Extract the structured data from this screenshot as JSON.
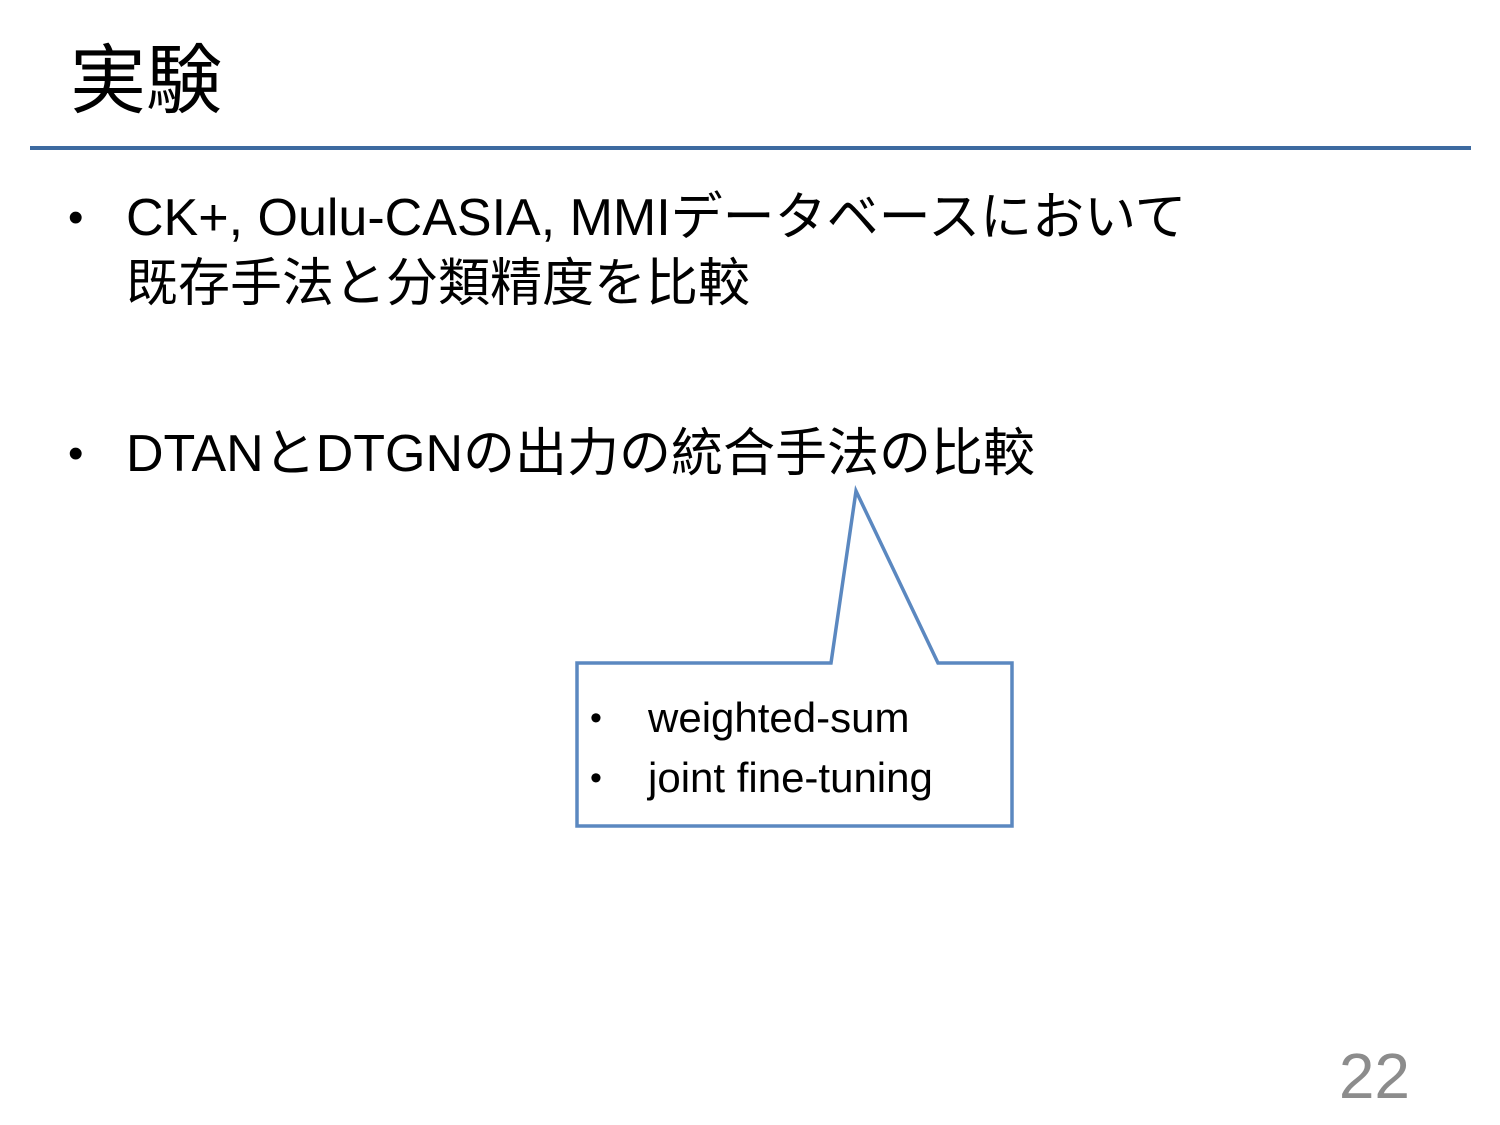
{
  "slide": {
    "title": "実験",
    "bullet_glyph": "•",
    "bullets": [
      {
        "line1": "CK+, Oulu-CASIA, MMIデータベースにおいて",
        "line2": "既存手法と分類精度を比較"
      },
      {
        "line1": "DTANとDTGNの出力の統合手法の比較"
      }
    ],
    "callout": {
      "items": [
        "weighted-sum",
        "joint fine-tuning"
      ]
    },
    "page_number": "22"
  },
  "colors": {
    "accent_rule": "#3d6aa0",
    "callout_border": "#5b88c0",
    "page_number": "#8c8c8c"
  }
}
